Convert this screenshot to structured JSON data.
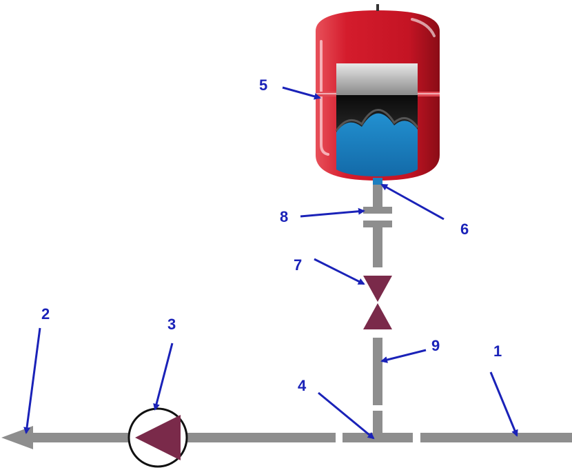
{
  "colors": {
    "pipe": "#8e8e8e",
    "valve": "#7a2a4a",
    "tank_red": "#d0202e",
    "tank_water": "#1c7fc0",
    "label_blue": "#1a22b8"
  },
  "callouts": [
    {
      "id": "1",
      "text": "1",
      "target": "supply-pipe"
    },
    {
      "id": "2",
      "text": "2",
      "target": "outlet-arrow"
    },
    {
      "id": "3",
      "text": "3",
      "target": "circulation-pump"
    },
    {
      "id": "4",
      "text": "4",
      "target": "tee-fitting"
    },
    {
      "id": "5",
      "text": "5",
      "target": "expansion-tank"
    },
    {
      "id": "6",
      "text": "6",
      "target": "tank-connection"
    },
    {
      "id": "7",
      "text": "7",
      "target": "shutoff-valve"
    },
    {
      "id": "8",
      "text": "8",
      "target": "union-coupling"
    },
    {
      "id": "9",
      "text": "9",
      "target": "branch-pipe"
    }
  ]
}
